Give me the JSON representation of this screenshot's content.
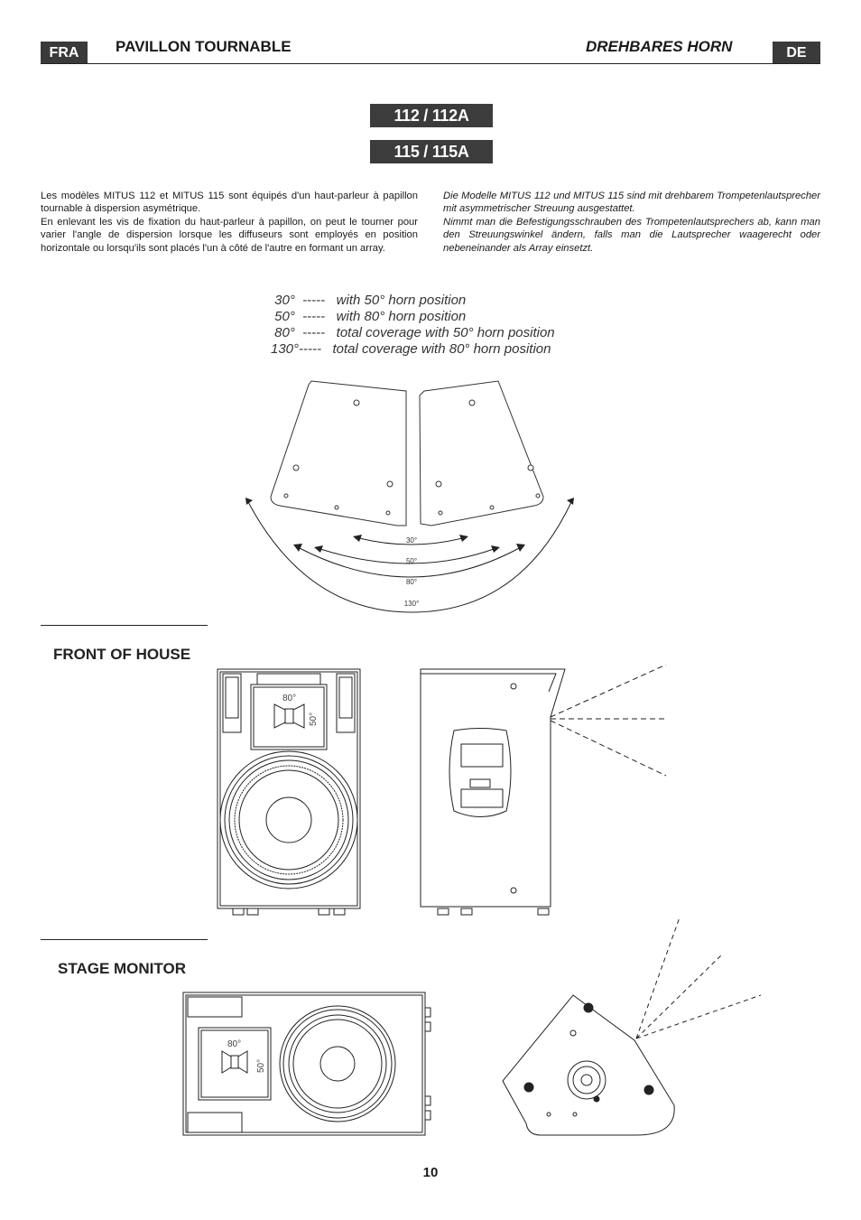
{
  "header": {
    "left_badge": "FRA",
    "left_title": "PAVILLON TOURNABLE",
    "right_title": "DREHBARES HORN",
    "right_badge": "DE"
  },
  "models": [
    "112 / 112A",
    "115 / 115A"
  ],
  "text_fr": [
    "Les modèles MITUS 112 et MITUS 115 sont équipés d'un haut-parleur à papillon tournable à dispersion asymétrique.",
    "En enlevant les vis de fixation du haut-parleur à papillon, on peut le tourner pour varier l'angle de dispersion lorsque les diffuseurs sont employés en position horizontale ou lorsqu'ils sont placés l'un à côté de l'autre en formant un array."
  ],
  "text_de": [
    "Die Modelle MITUS 112 und MITUS 115 sind mit drehbarem Trompetenlautsprecher mit asymmetrischer Streuung ausgestattet.",
    "Nimmt man die Befestigungsschrauben des Trompetenlautsprechers ab, kann man den Streuungswinkel ändern, falls man die Lautsprecher waagerecht oder nebeneinander als Array einsetzt."
  ],
  "coverage_lines": [
    " 30°  -----   with 50° horn position",
    " 50°  -----   with 80° horn position",
    " 80°  -----   total coverage with 50° horn position",
    "130°-----   total coverage with 80° horn position"
  ],
  "arc_labels": [
    "30°",
    "50°",
    "80°",
    "130°"
  ],
  "horn_labels": {
    "horizontal": "80°",
    "vertical": "50°"
  },
  "sections": {
    "front_of_house": "FRONT OF HOUSE",
    "stage_monitor": "STAGE MONITOR"
  },
  "page_number": "10"
}
